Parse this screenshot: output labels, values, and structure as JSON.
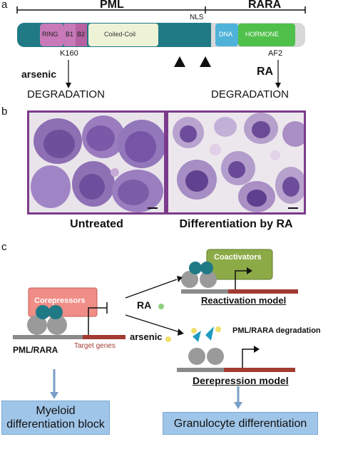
{
  "panel_a": {
    "letter": "a",
    "pml_label": "PML",
    "rara_label": "RARA",
    "nls_label": "NLS",
    "domains": {
      "ring": "RING",
      "b1": "B1",
      "b2": "B2",
      "coiled": "Coiled-Coil",
      "dna": "DNA",
      "hormone": "HORMONE"
    },
    "k160": "K160",
    "af2": "AF2",
    "arsenic": "arsenic",
    "ra": "RA",
    "degradation_left": "DEGRADATION",
    "degradation_right": "DEGRADATION"
  },
  "panel_b": {
    "letter": "b",
    "untreated": "Untreated",
    "differentiation": "Differentiation by RA"
  },
  "panel_c": {
    "letter": "c",
    "coactivators": "Coactivators",
    "reactivation_model": "Reactivation model",
    "corepressors": "Corepressors",
    "ra": "RA",
    "arsenic": "arsenic",
    "pmlrara_degradation": "PML/RARA degradation",
    "pml_rara": "PML/RARA",
    "target_genes": "Target genes",
    "derepression_model": "Derepression model",
    "myeloid_block": "Myeloid differentiation block",
    "granulocyte": "Granulocyte differentiation"
  },
  "colors": {
    "teal": "#1f7a86",
    "ring_pink": "#c879b8",
    "coiled_cream": "#eef3d8",
    "dna_blue": "#4fb3d9",
    "hormone_green": "#4fc04a",
    "micro_border": "#7b3b8c",
    "corepressor": "#f08d86",
    "coactivator": "#8caa46",
    "gene_red": "#a23b32",
    "blue_box": "#9fc5e8"
  }
}
